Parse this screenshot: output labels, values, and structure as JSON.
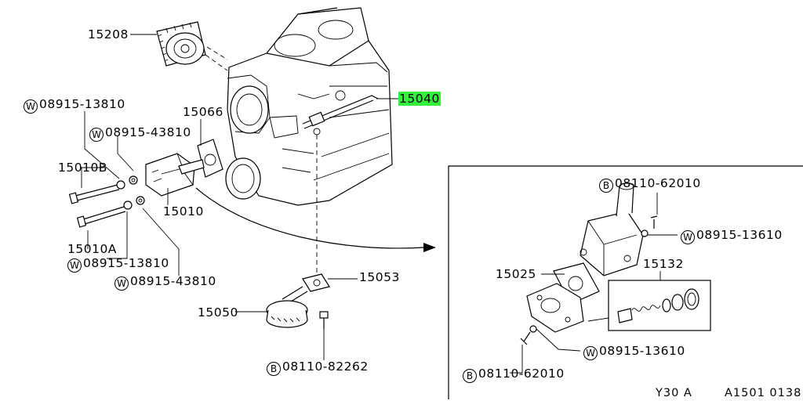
{
  "labels": {
    "p15208": "15208",
    "p15040": "15040",
    "p15066": "15066",
    "p15010b": "15010B",
    "p15010": "15010",
    "p15010a": "15010A",
    "p15053": "15053",
    "p15050": "15050",
    "p15025": "15025",
    "p15132": "15132",
    "w1_code": "08915-13810",
    "w2_code": "08915-43810",
    "w3_code": "08915-13810",
    "w4_code": "08915-43810",
    "b1_code": "08110-82262",
    "b2_code": "08110-62010",
    "w5_code": "08915-13610",
    "w6_code": "08915-13610",
    "b3_code": "08110-62010"
  },
  "prefix": {
    "washer": "W",
    "bolt": "B"
  },
  "footer": {
    "model": "Y30 A",
    "ref": "A1501 0138"
  },
  "colors": {
    "highlight": "#35f03a"
  }
}
